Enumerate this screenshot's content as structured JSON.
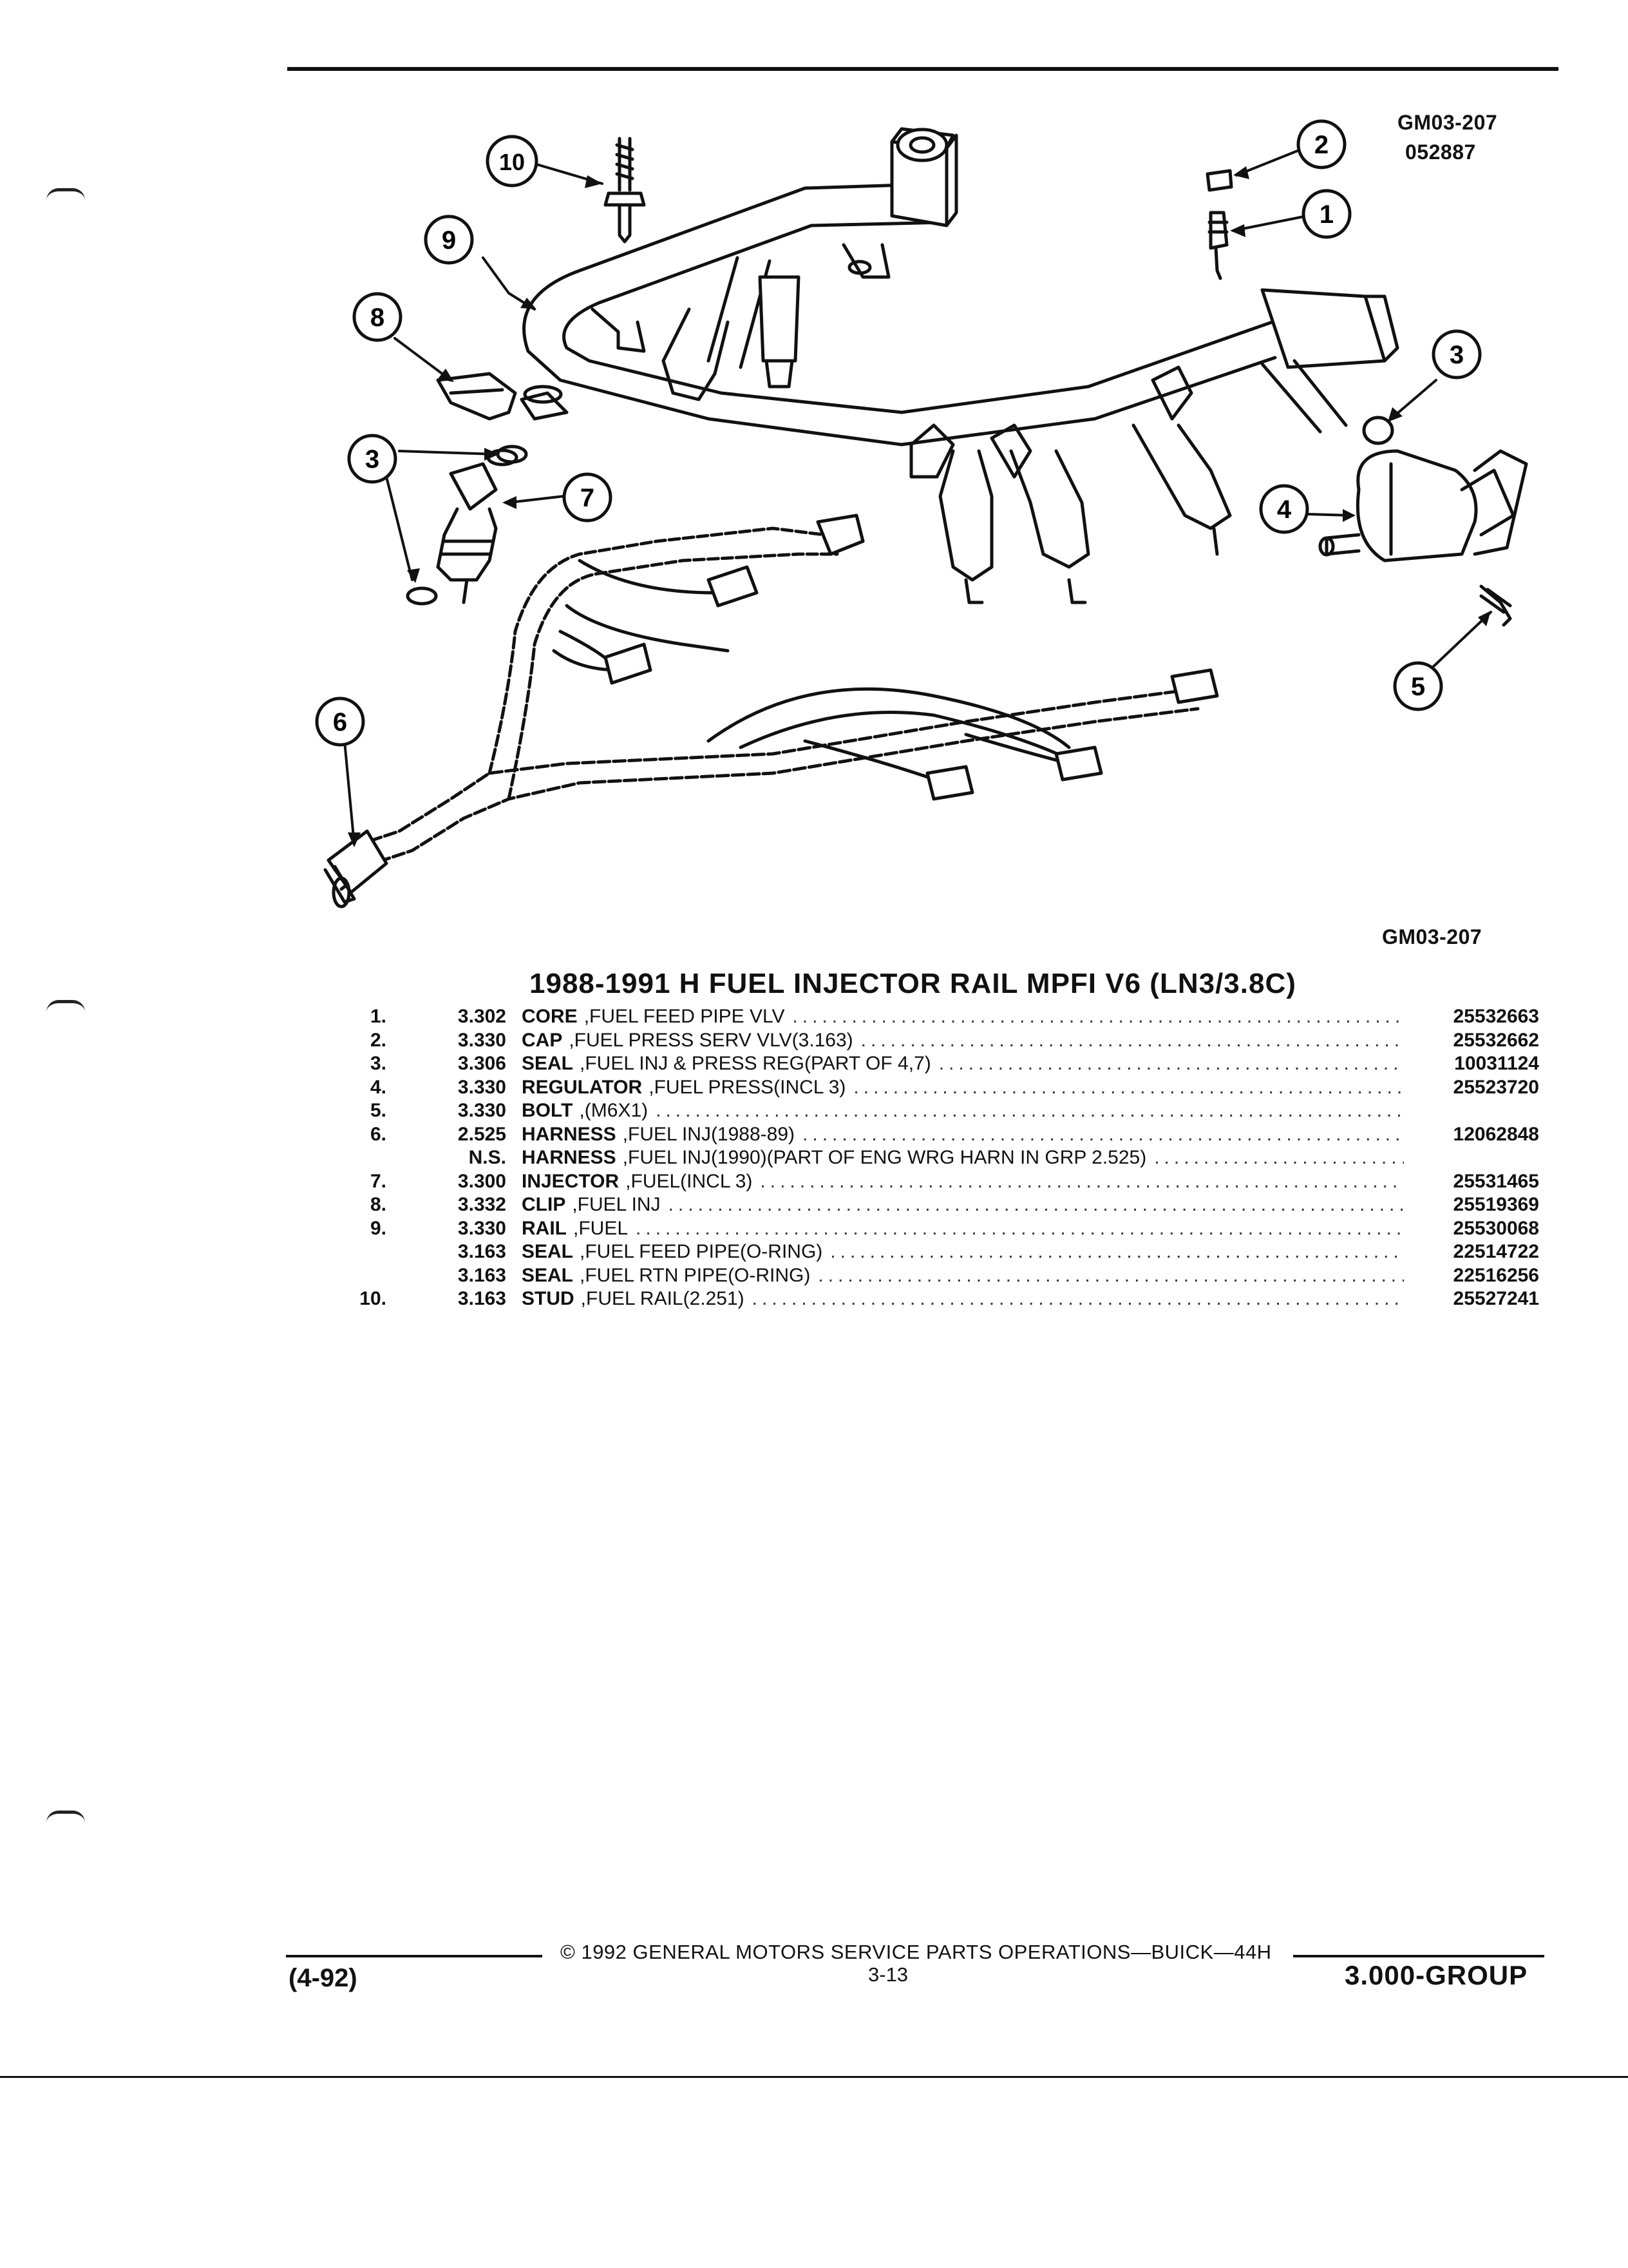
{
  "header": {
    "code_top": "GM03-207",
    "number_top": "052887",
    "code_bottom": "GM03-207"
  },
  "callouts": {
    "c1": "1",
    "c2": "2",
    "c3a": "3",
    "c3b": "3",
    "c4": "4",
    "c5": "5",
    "c6": "6",
    "c7": "7",
    "c8": "8",
    "c9": "9",
    "c10": "10"
  },
  "parts_table": {
    "title": "1988-1991 H FUEL INJECTOR RAIL MPFI V6 (LN3/3.8C)",
    "rows": [
      {
        "item": "1.",
        "group": "3.302",
        "name": "CORE",
        "desc": ",FUEL FEED PIPE VLV",
        "part": "25532663"
      },
      {
        "item": "2.",
        "group": "3.330",
        "name": "CAP",
        "desc": ",FUEL PRESS SERV VLV(3.163)",
        "part": "25532662"
      },
      {
        "item": "3.",
        "group": "3.306",
        "name": "SEAL",
        "desc": ",FUEL INJ & PRESS REG(PART OF 4,7)",
        "part": "10031124"
      },
      {
        "item": "4.",
        "group": "3.330",
        "name": "REGULATOR",
        "desc": ",FUEL PRESS(INCL 3)",
        "part": "25523720"
      },
      {
        "item": "5.",
        "group": "3.330",
        "name": "BOLT",
        "desc": ",(M6X1)",
        "part": ""
      },
      {
        "item": "6.",
        "group": "2.525",
        "name": "HARNESS",
        "desc": ",FUEL INJ(1988-89)",
        "part": "12062848"
      },
      {
        "item": "",
        "group": "N.S.",
        "name": "HARNESS",
        "desc": ",FUEL INJ(1990)(PART OF ENG WRG HARN IN GRP 2.525)",
        "part": ""
      },
      {
        "item": "7.",
        "group": "3.300",
        "name": "INJECTOR",
        "desc": ",FUEL(INCL 3)",
        "part": "25531465"
      },
      {
        "item": "8.",
        "group": "3.332",
        "name": "CLIP",
        "desc": ",FUEL INJ",
        "part": "25519369"
      },
      {
        "item": "9.",
        "group": "3.330",
        "name": "RAIL",
        "desc": ",FUEL",
        "part": "25530068"
      },
      {
        "item": "",
        "group": "3.163",
        "name": "SEAL",
        "desc": ",FUEL FEED PIPE(O-RING)",
        "part": "22514722"
      },
      {
        "item": "",
        "group": "3.163",
        "name": "SEAL",
        "desc": ",FUEL RTN PIPE(O-RING)",
        "part": "22516256"
      },
      {
        "item": "10.",
        "group": "3.163",
        "name": "STUD",
        "desc": ",FUEL RAIL(2.251)",
        "part": "25527241"
      }
    ]
  },
  "footer": {
    "copyright": "© 1992 GENERAL MOTORS SERVICE PARTS OPERATIONS—BUICK—44H",
    "page": "3-13",
    "date": "(4-92)",
    "group": "3.000-GROUP"
  }
}
